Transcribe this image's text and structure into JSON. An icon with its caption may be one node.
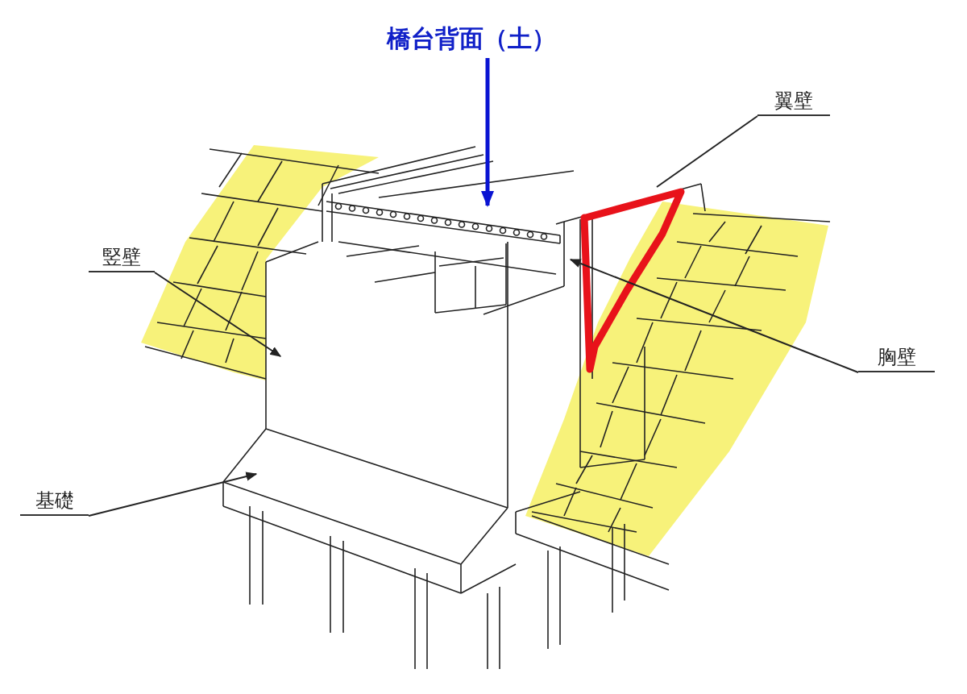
{
  "diagram": {
    "nodes": [
      {
        "text": [
          "橋台背面（土）"
        ]
      },
      {
        "text": [
          "翼壁"
        ]
      },
      {
        "text": [
          "竪壁"
        ]
      },
      {
        "text": [
          "胸壁"
        ]
      },
      {
        "text": [
          "基礎"
        ]
      }
    ],
    "edges": [
      {
        "from": 0,
        "to": null,
        "arrow": "to",
        "style": "thick",
        "color": "#0a14d2"
      },
      {
        "from": 1,
        "to": null,
        "arrow": "none"
      },
      {
        "from": 2,
        "to": null,
        "arrow": "to"
      },
      {
        "from": 3,
        "to": null,
        "arrow": "to"
      },
      {
        "from": 4,
        "to": null,
        "arrow": "to"
      }
    ]
  }
}
